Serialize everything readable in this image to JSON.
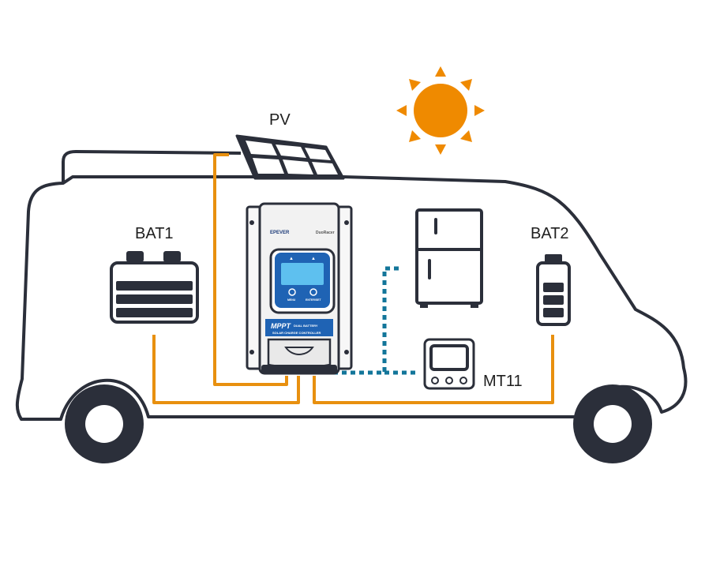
{
  "labels": {
    "pv": "PV",
    "bat1": "BAT1",
    "bat2": "BAT2",
    "mt11": "MT11"
  },
  "controller": {
    "brand": "EPEVER",
    "model": "DuoRacer",
    "title_main": "MPPT",
    "title_sub1": "DUAL BATTERY",
    "title_sub2": "SOLAR CHARGE CONTROLLER",
    "button_left": "MENU",
    "button_right": "ENTER/SET"
  },
  "colors": {
    "outline": "#2b2f3a",
    "power_wire": "#e8900f",
    "comm_wire": "#13769a",
    "sun": "#ef8a00",
    "controller_body": "#f2f2f2",
    "controller_panel": "#1f63b4",
    "screen": "#5ec0ef"
  },
  "icons": {
    "sun": "sun-icon",
    "solar_panel": "solar-panel-icon",
    "fridge": "fridge-icon",
    "battery1": "car-battery-icon",
    "battery2": "battery-icon",
    "meter": "remote-meter-icon"
  }
}
